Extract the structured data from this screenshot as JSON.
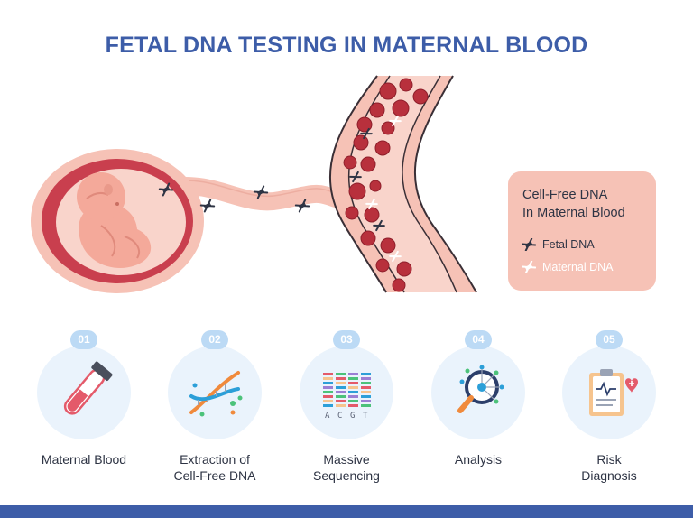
{
  "title": "FETAL DNA TESTING IN MATERNAL BLOOD",
  "legend": {
    "title": "Cell-Free DNA\nIn Maternal Blood",
    "fetal_label": "Fetal DNA",
    "maternal_label": "Maternal DNA"
  },
  "steps": [
    {
      "number": "01",
      "label": "Maternal Blood"
    },
    {
      "number": "02",
      "label": "Extraction of\nCell-Free DNA"
    },
    {
      "number": "03",
      "label": "Massive\nSequencing"
    },
    {
      "number": "04",
      "label": "Analysis"
    },
    {
      "number": "05",
      "label": "Risk\nDiagnosis"
    }
  ],
  "sequencing_letters": [
    "A",
    "C",
    "G",
    "T"
  ],
  "colors": {
    "title": "#3d5da8",
    "placenta": "#c93f4e",
    "skin": "#f4a99a",
    "vessel": "#f6c2b6",
    "blood_cell": "#b8303c",
    "legend_bg": "#f6c2b6",
    "step_circle": "#eaf3fc",
    "step_badge": "#bcdaf5",
    "footer": "#3d5da8"
  }
}
